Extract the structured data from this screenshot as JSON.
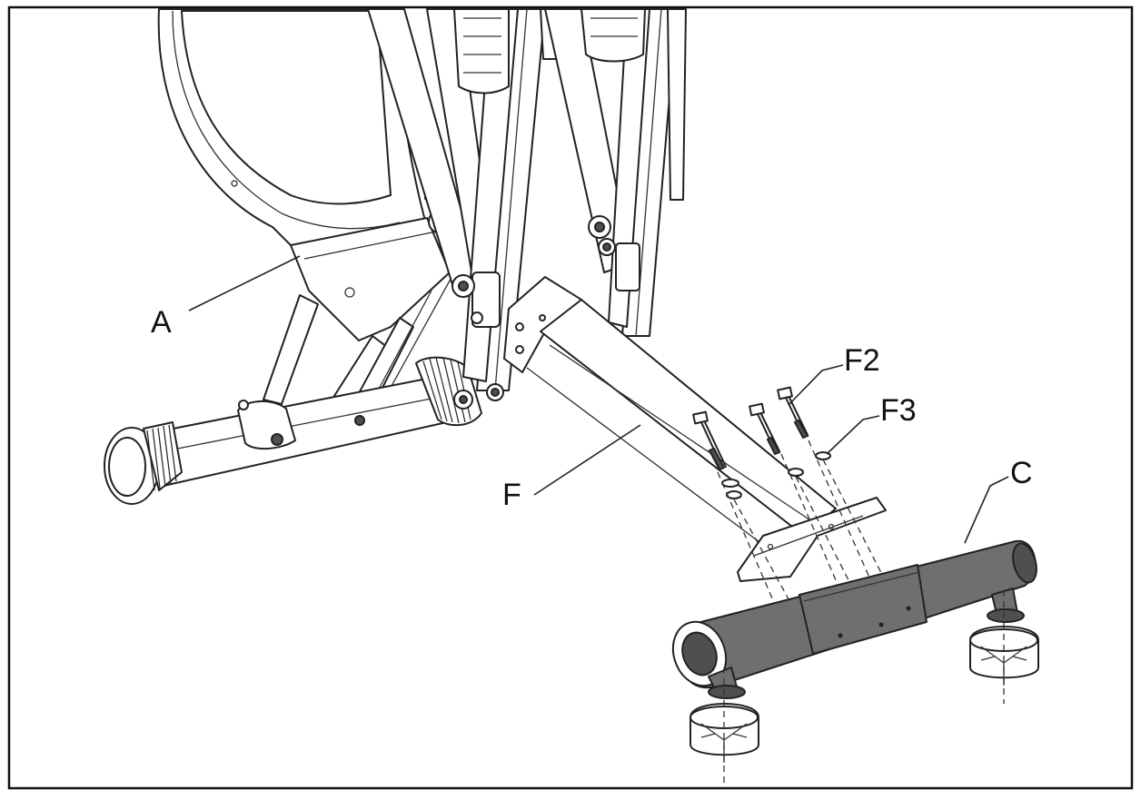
{
  "diagram": {
    "labels": {
      "A": "A",
      "F": "F",
      "F2": "F2",
      "F3": "F3",
      "C": "C"
    }
  }
}
